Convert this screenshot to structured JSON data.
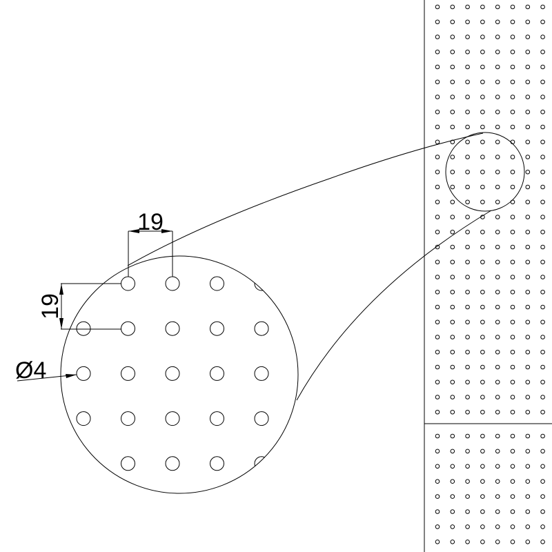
{
  "drawing": {
    "pitch_horizontal_label": "19",
    "pitch_vertical_label": "19",
    "hole_diameter_label": "Ø4"
  },
  "colors": {
    "line": "#000000",
    "background": "#ffffff"
  }
}
